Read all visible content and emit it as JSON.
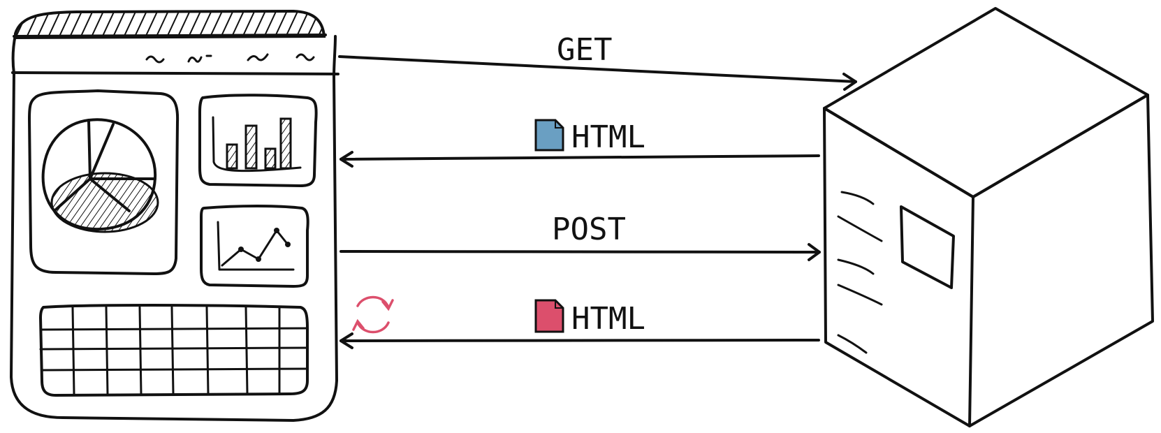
{
  "messages": [
    {
      "label": "GET"
    },
    {
      "label": "HTML",
      "doc_color": "#6a9fc2"
    },
    {
      "label": "POST"
    },
    {
      "label": "HTML",
      "doc_color": "#dc4f6c"
    }
  ],
  "refresh_icon_color": "#dc4f6c"
}
